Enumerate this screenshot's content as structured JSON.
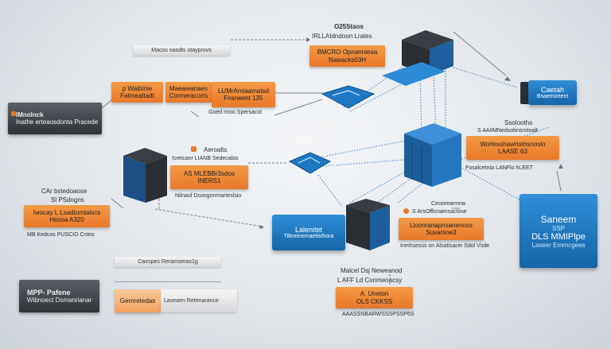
{
  "labels": {
    "top_center_1": "O25Staos",
    "top_center_2": "IRLLAIdndoon Lrates",
    "top_left_bar": "Macos oasdts otayprovs",
    "orange_top_1_line1": "BMCRO Opnannieaa",
    "orange_top_1_line2": "Nawacks03H",
    "orange_row_a": "p Waibtnie",
    "orange_row_a2": "Fatmeattadt",
    "orange_row_b": "Maeaieanaes",
    "orange_row_b2": "Cormeracorts",
    "orange_row_c": "LUMrAmiaamatsd",
    "orange_row_c2": "Fnsneent 135",
    "under_row": "Goed rrroo Spersacxt",
    "left_dark_1": "IMnolnck",
    "left_dark_2": "Inathe erteaosdonta Pracede",
    "right_small_blue_1": "Caetah",
    "right_small_blue_2": "Bsaemortect",
    "right_mid_1": "Ssolooths",
    "right_mid_2": "S AAlIMNedsobnsrotoalt",
    "right_orange_1": "Worlesshawrtstnsnoslo",
    "right_orange_2": "LAASE 63",
    "right_mid_3": "Fosalcetnta LANFlo hLEET",
    "center_label_1": "Aeroalts",
    "center_label_2": "Isreicanr LIANB Sedecalos",
    "center_orange_1": "AS MLEBBr3sdos",
    "center_orange_2": "INERS1",
    "center_label_3": "Nilnaol Dsoogonmarteslsio",
    "left_label_1": "CAr bstedoaose",
    "left_label_2": "Sl PSdogns",
    "left_orange": "Iwocay L Lsadtomtaiscs",
    "left_orange_2": "Hesoa A320",
    "left_label_3": "MB Kedcos PUSCIO Cntns",
    "center_blue_1": "Lalenitet",
    "center_blue_2": "Tiltneinemaetisthora",
    "center_right_1": "Ceoorearmna",
    "center_right_2": "S ArsOfficnamsactose",
    "center_right_orange_1": "Lloonranapnsanenoss",
    "center_right_orange_2": "Suvarsoe3",
    "center_right_3": "Inmhsesss on Alsatisacei Sdol Vsde",
    "big_blue_1": "Saneem",
    "big_blue_2": "SSP",
    "big_blue_3": "DLS MMIPlpe",
    "big_blue_4": "Laseer Emrncgees",
    "bottom_grey_1": "Caespes Reramseras1g",
    "bottom_left_dark_1": "MPP- Pafene",
    "bottom_left_dark_2": "Wibnoect Dsmanrianar",
    "bottom_orange_grey_1": "Gernretedas",
    "bottom_orange_grey_2": "Laseaen Retenarance",
    "bottom_center_1": "Malcel Dsj Neweanod",
    "bottom_center_2": "L AFF Ld Conmeoacsy",
    "bottom_orange_1": "A. Uneton",
    "bottom_orange_2": "OLS CKKSS",
    "bottom_center_3": "AAASSNBARWSSSPSSP6S"
  },
  "colors": {
    "orange": "#e9782a",
    "blue": "#1e78c4",
    "dark": "#3a3e44"
  }
}
